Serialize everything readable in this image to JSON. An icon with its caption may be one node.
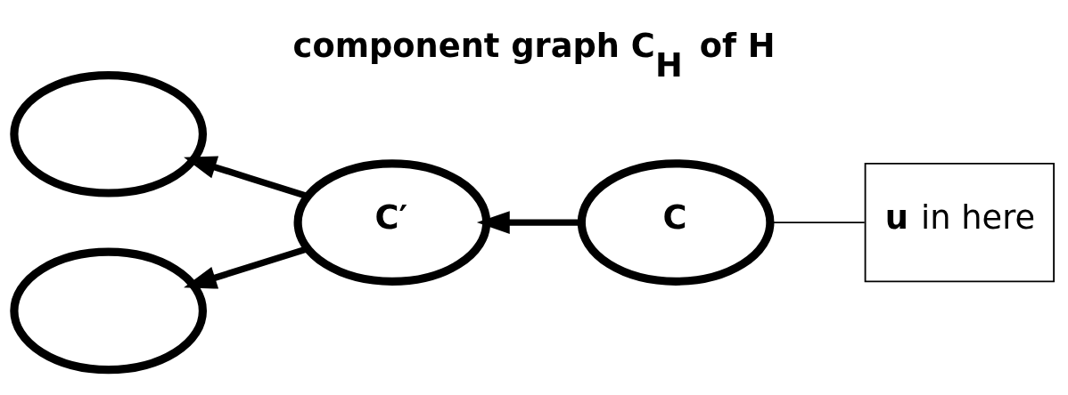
{
  "diagram": {
    "title": "component graph C$_{H}$ of H",
    "nodes": [
      {
        "text": [],
        "shape": "ellipse"
      },
      {
        "text": [
          "*C′*"
        ]
      },
      {
        "text": [
          "*C*"
        ]
      },
      {
        "text": [],
        "shape": "ellipse"
      },
      {
        "text": [
          "*u* in here"
        ]
      }
    ],
    "edges": [
      {
        "from": 1,
        "to": 0,
        "arrow": "to"
      },
      {
        "from": 1,
        "to": 3,
        "arrow": "to"
      },
      {
        "from": 2,
        "to": 1,
        "arrow": "to"
      },
      {
        "from": 4,
        "to": 2,
        "arrow": "none"
      }
    ]
  }
}
